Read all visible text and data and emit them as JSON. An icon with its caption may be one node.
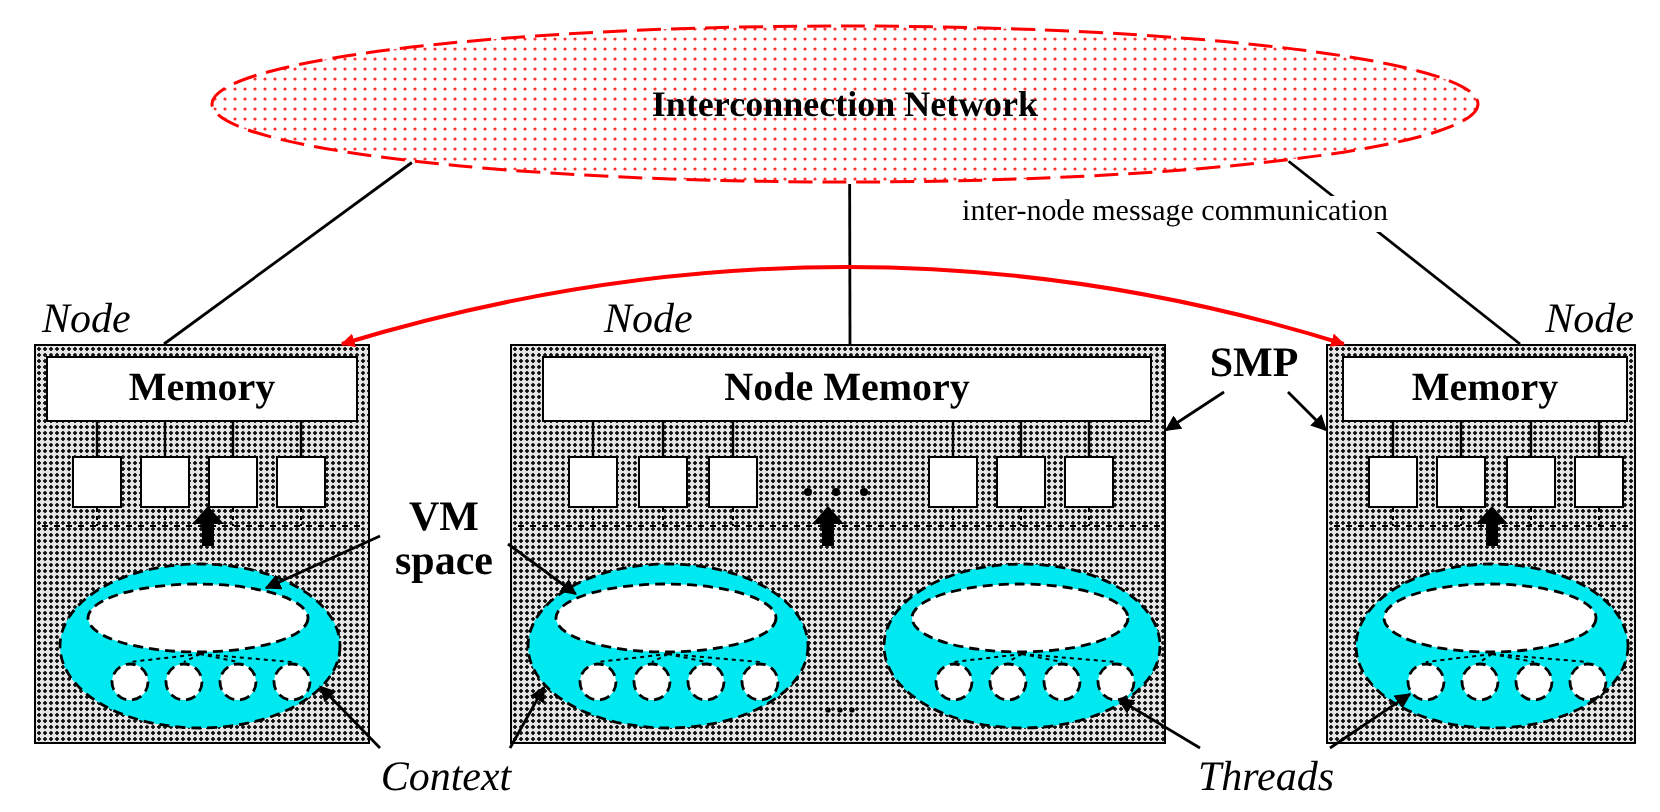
{
  "diagram": {
    "nodes": [
      {
        "text": [
          "Interconnection Network"
        ]
      },
      {
        "text": [
          "Node"
        ]
      },
      {
        "text": [
          "Memory"
        ],
        "in": 1
      },
      {
        "text": [
          "Node"
        ]
      },
      {
        "text": [
          "Node Memory"
        ],
        "in": 3
      },
      {
        "text": [
          "Node"
        ]
      },
      {
        "text": [
          "Memory"
        ],
        "in": 5
      },
      {
        "text": [
          "VM space"
        ]
      },
      {
        "text": [
          "Context"
        ]
      },
      {
        "text": [
          "Threads"
        ]
      },
      {
        "text": [
          "SMP"
        ]
      },
      {
        "text": [],
        "shape": "box",
        "in": 1
      },
      {
        "text": [],
        "shape": "box",
        "in": 1
      },
      {
        "text": [],
        "shape": "box",
        "in": 1
      },
      {
        "text": [],
        "shape": "box",
        "in": 1
      },
      {
        "text": [],
        "shape": "box",
        "in": 3
      },
      {
        "text": [],
        "shape": "box",
        "in": 3
      },
      {
        "text": [],
        "shape": "box",
        "in": 3
      },
      {
        "text": [],
        "shape": "box",
        "in": 3
      },
      {
        "text": [],
        "shape": "box",
        "in": 3
      },
      {
        "text": [],
        "shape": "box",
        "in": 3
      },
      {
        "text": [],
        "shape": "box",
        "in": 5
      },
      {
        "text": [],
        "shape": "box",
        "in": 5
      },
      {
        "text": [],
        "shape": "box",
        "in": 5
      },
      {
        "text": [],
        "shape": "box",
        "in": 5
      },
      {
        "text": [],
        "shape": "ellipse",
        "in": 1
      },
      {
        "text": [],
        "shape": "ellipse",
        "in": 3
      },
      {
        "text": [],
        "shape": "ellipse",
        "in": 3
      },
      {
        "text": [],
        "shape": "ellipse",
        "in": 5
      },
      {
        "text": [],
        "shape": "ellipse",
        "in": 25
      },
      {
        "text": [],
        "shape": "ellipse",
        "in": 26
      },
      {
        "text": [],
        "shape": "ellipse",
        "in": 27
      },
      {
        "text": [],
        "shape": "ellipse",
        "in": 28
      },
      {
        "text": [],
        "shape": "circle",
        "in": 25
      },
      {
        "text": [],
        "shape": "circle",
        "in": 25
      },
      {
        "text": [],
        "shape": "circle",
        "in": 25
      },
      {
        "text": [],
        "shape": "circle",
        "in": 25
      },
      {
        "text": [],
        "shape": "circle",
        "in": 26
      },
      {
        "text": [],
        "shape": "circle",
        "in": 26
      },
      {
        "text": [],
        "shape": "circle",
        "in": 26
      },
      {
        "text": [],
        "shape": "circle",
        "in": 26
      },
      {
        "text": [],
        "shape": "circle",
        "in": 27
      },
      {
        "text": [],
        "shape": "circle",
        "in": 27
      },
      {
        "text": [],
        "shape": "circle",
        "in": 27
      },
      {
        "text": [],
        "shape": "circle",
        "in": 27
      },
      {
        "text": [],
        "shape": "circle",
        "in": 28
      },
      {
        "text": [],
        "shape": "circle",
        "in": 28
      },
      {
        "text": [],
        "shape": "circle",
        "in": 28
      },
      {
        "text": [],
        "shape": "circle",
        "in": 28
      }
    ],
    "edges": [
      {
        "from": 0,
        "to": 1,
        "arrow": "none"
      },
      {
        "from": 0,
        "to": 3,
        "arrow": "none"
      },
      {
        "from": 0,
        "to": 5,
        "arrow": "none"
      },
      {
        "from": 1,
        "to": 5,
        "arrow": "both",
        "label": "inter-node message communication",
        "color": "#ff0000"
      },
      {
        "from": 10,
        "to": 3,
        "arrow": "to"
      },
      {
        "from": 10,
        "to": 5,
        "arrow": "to"
      },
      {
        "from": 7,
        "to": 29,
        "arrow": "to"
      },
      {
        "from": 7,
        "to": 30,
        "arrow": "to"
      },
      {
        "from": 8,
        "to": 25,
        "arrow": "to"
      },
      {
        "from": 8,
        "to": 26,
        "arrow": "to"
      },
      {
        "from": 9,
        "to": 44,
        "arrow": "to"
      },
      {
        "from": 9,
        "to": 45,
        "arrow": "to"
      }
    ]
  }
}
